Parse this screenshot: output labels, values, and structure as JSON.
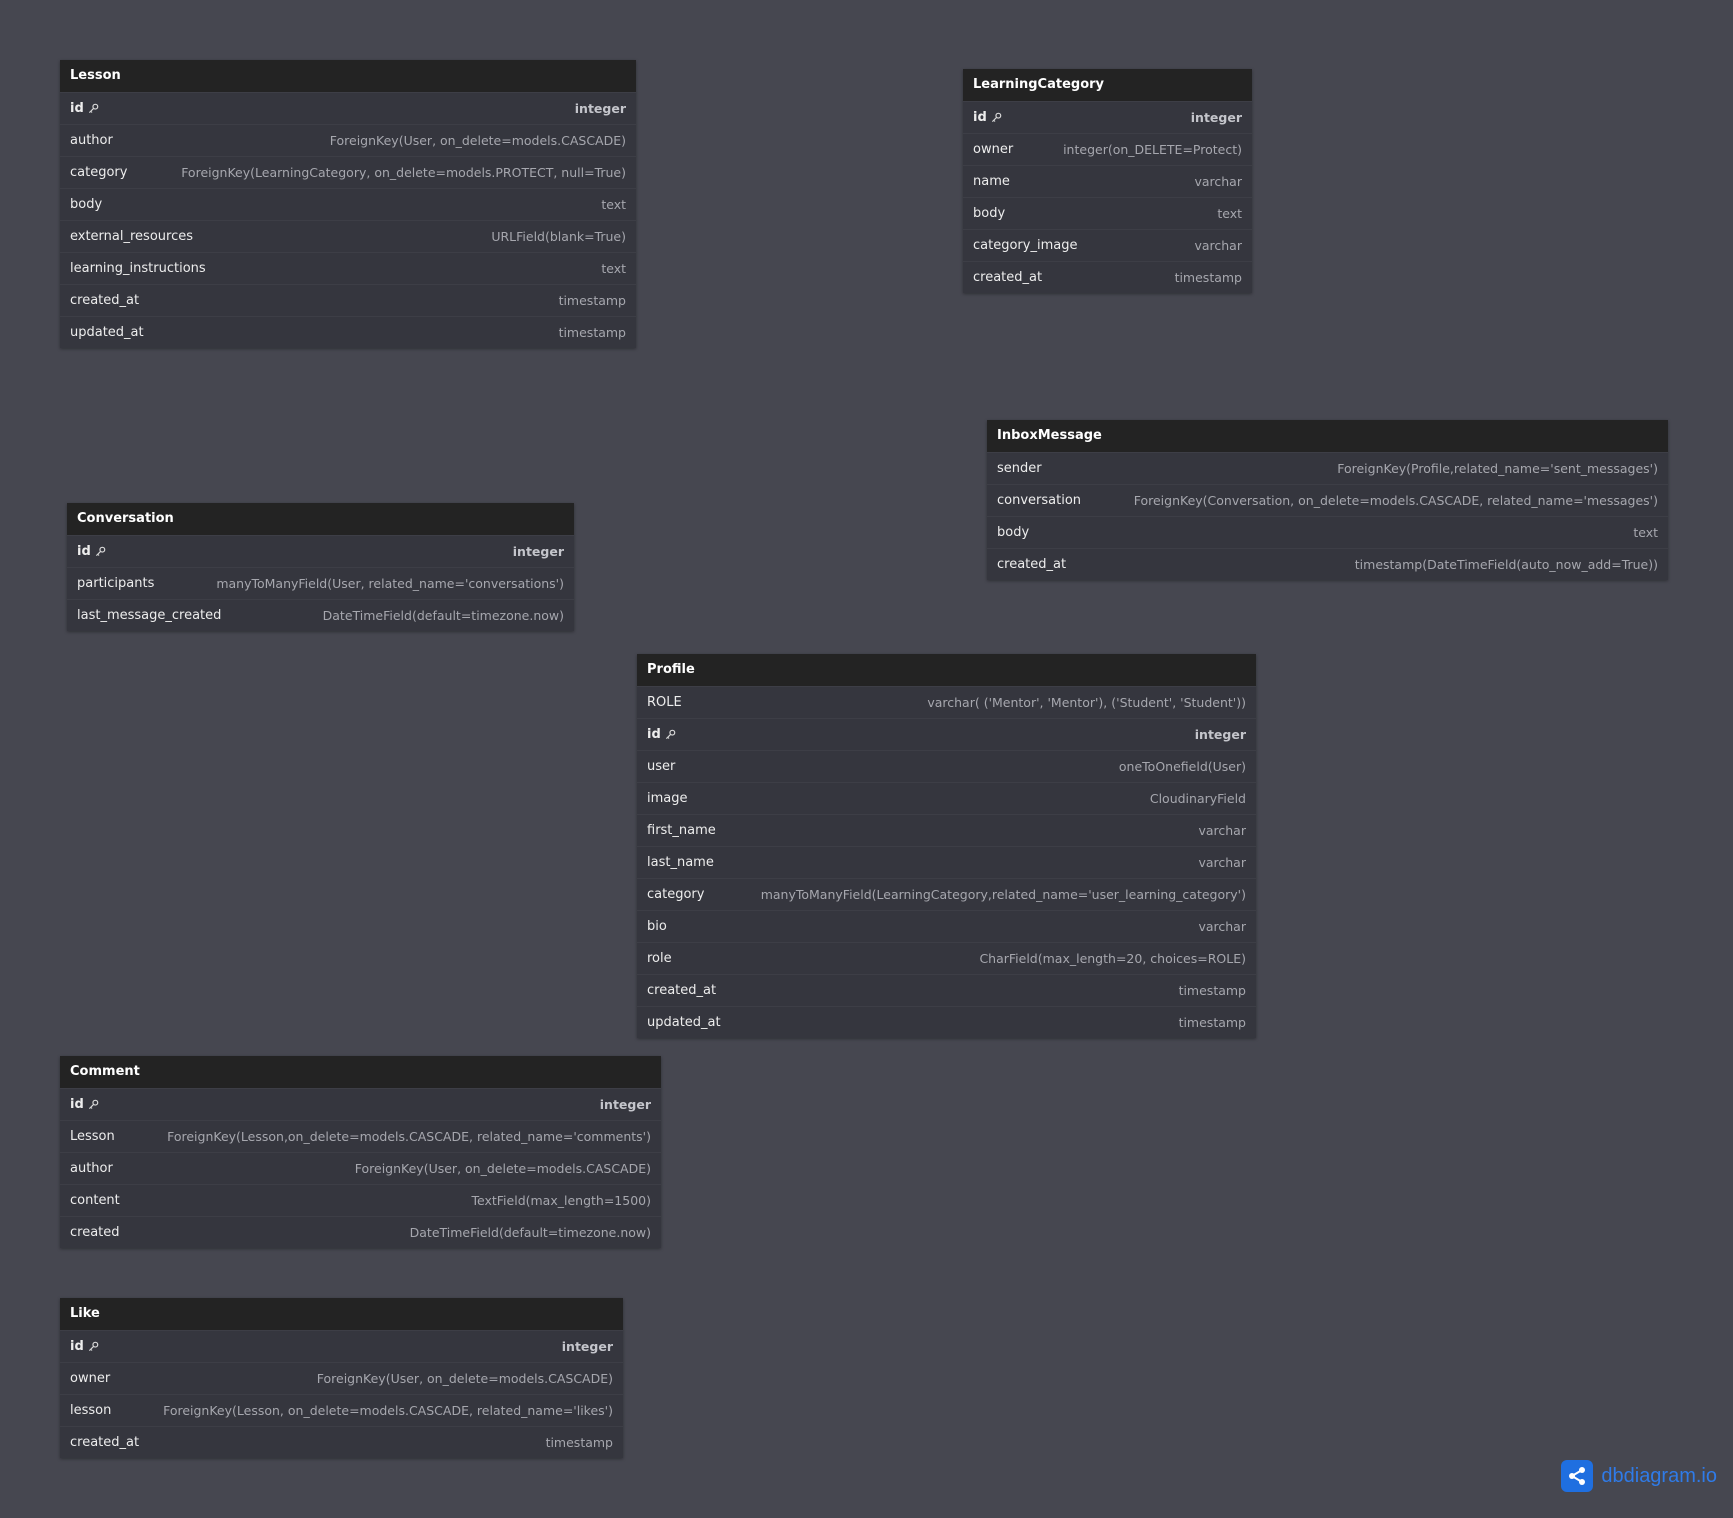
{
  "tables": [
    {
      "name": "Lesson",
      "fields": [
        {
          "name": "id",
          "type": "integer",
          "pk": true
        },
        {
          "name": "author",
          "type": "ForeignKey(User, on_delete=models.CASCADE)"
        },
        {
          "name": "category",
          "type": "ForeignKey(LearningCategory, on_delete=models.PROTECT, null=True)"
        },
        {
          "name": "body",
          "type": "text"
        },
        {
          "name": "external_resources",
          "type": "URLField(blank=True)"
        },
        {
          "name": "learning_instructions",
          "type": "text"
        },
        {
          "name": "created_at",
          "type": "timestamp"
        },
        {
          "name": "updated_at",
          "type": "timestamp"
        }
      ]
    },
    {
      "name": "LearningCategory",
      "fields": [
        {
          "name": "id",
          "type": "integer",
          "pk": true
        },
        {
          "name": "owner",
          "type": "integer(on_DELETE=Protect)"
        },
        {
          "name": "name",
          "type": "varchar"
        },
        {
          "name": "body",
          "type": "text"
        },
        {
          "name": "category_image",
          "type": "varchar"
        },
        {
          "name": "created_at",
          "type": "timestamp"
        }
      ]
    },
    {
      "name": "InboxMessage",
      "fields": [
        {
          "name": "sender",
          "type": "ForeignKey(Profile,related_name='sent_messages')"
        },
        {
          "name": "conversation",
          "type": "ForeignKey(Conversation, on_delete=models.CASCADE, related_name='messages')"
        },
        {
          "name": "body",
          "type": "text"
        },
        {
          "name": "created_at",
          "type": "timestamp(DateTimeField(auto_now_add=True))"
        }
      ]
    },
    {
      "name": "Conversation",
      "fields": [
        {
          "name": "id",
          "type": "integer",
          "pk": true
        },
        {
          "name": "participants",
          "type": "manyToManyField(User, related_name='conversations')"
        },
        {
          "name": "last_message_created",
          "type": "DateTimeField(default=timezone.now)"
        }
      ]
    },
    {
      "name": "Profile",
      "fields": [
        {
          "name": "ROLE",
          "type": "varchar( ('Mentor', 'Mentor'), ('Student', 'Student'))"
        },
        {
          "name": "id",
          "type": "integer",
          "pk": true
        },
        {
          "name": "user",
          "type": "oneToOnefield(User)"
        },
        {
          "name": "image",
          "type": "CloudinaryField"
        },
        {
          "name": "first_name",
          "type": "varchar"
        },
        {
          "name": "last_name",
          "type": "varchar"
        },
        {
          "name": "category",
          "type": "manyToManyField(LearningCategory,related_name='user_learning_category')"
        },
        {
          "name": "bio",
          "type": "varchar"
        },
        {
          "name": "role",
          "type": "CharField(max_length=20, choices=ROLE)"
        },
        {
          "name": "created_at",
          "type": "timestamp"
        },
        {
          "name": "updated_at",
          "type": "timestamp"
        }
      ]
    },
    {
      "name": "Comment",
      "fields": [
        {
          "name": "id",
          "type": "integer",
          "pk": true
        },
        {
          "name": "Lesson",
          "type": "ForeignKey(Lesson,on_delete=models.CASCADE, related_name='comments')"
        },
        {
          "name": "author",
          "type": "ForeignKey(User, on_delete=models.CASCADE)"
        },
        {
          "name": "content",
          "type": "TextField(max_length=1500)"
        },
        {
          "name": "created",
          "type": "DateTimeField(default=timezone.now)"
        }
      ]
    },
    {
      "name": "Like",
      "fields": [
        {
          "name": "id",
          "type": "integer",
          "pk": true
        },
        {
          "name": "owner",
          "type": "ForeignKey(User, on_delete=models.CASCADE)"
        },
        {
          "name": "lesson",
          "type": "ForeignKey(Lesson, on_delete=models.CASCADE, related_name='likes')"
        },
        {
          "name": "created_at",
          "type": "timestamp"
        }
      ]
    }
  ],
  "brand": {
    "text": "dbdiagram.io",
    "color": "#2f7be8"
  },
  "colors": {
    "canvas": "#464750",
    "header": "#232323",
    "body": "#35363e"
  }
}
